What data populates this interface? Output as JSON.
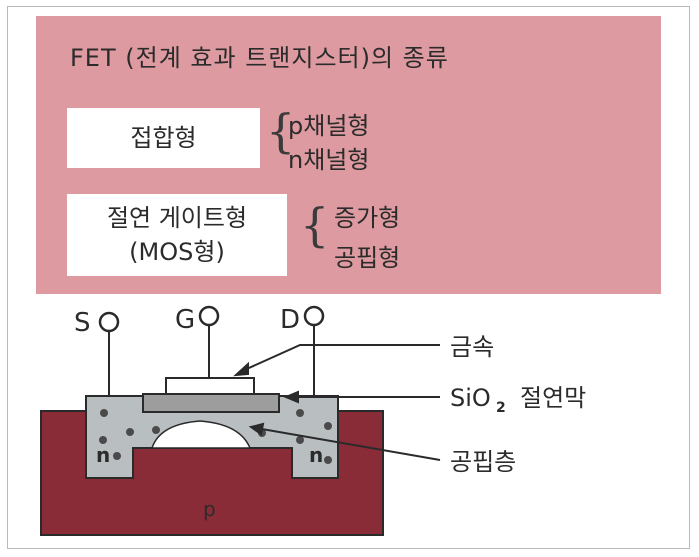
{
  "title": "FET (전계 효과 트랜지스터)의 종류",
  "junction": {
    "label": "접합형",
    "types": [
      "p채널형",
      "n채널형"
    ]
  },
  "insulated": {
    "label_line1": "절연 게이트형",
    "label_line2": "(MOS형)",
    "types": [
      "증가형",
      "공핍형"
    ]
  },
  "diagram": {
    "terminals": {
      "source": "S",
      "gate": "G",
      "drain": "D"
    },
    "labels": {
      "metal": "금속",
      "oxide_formula": "SiO",
      "oxide_subscript": "2",
      "oxide_name": "절연막",
      "depletion": "공핍층"
    },
    "region_n": "n",
    "substrate": "p"
  },
  "colors": {
    "panel_pink": "#dd9aa0",
    "substrate_maroon": "#8a2c38",
    "n_region_gray": "#b9bfc0",
    "oxide_gray": "#9d9d9d"
  }
}
